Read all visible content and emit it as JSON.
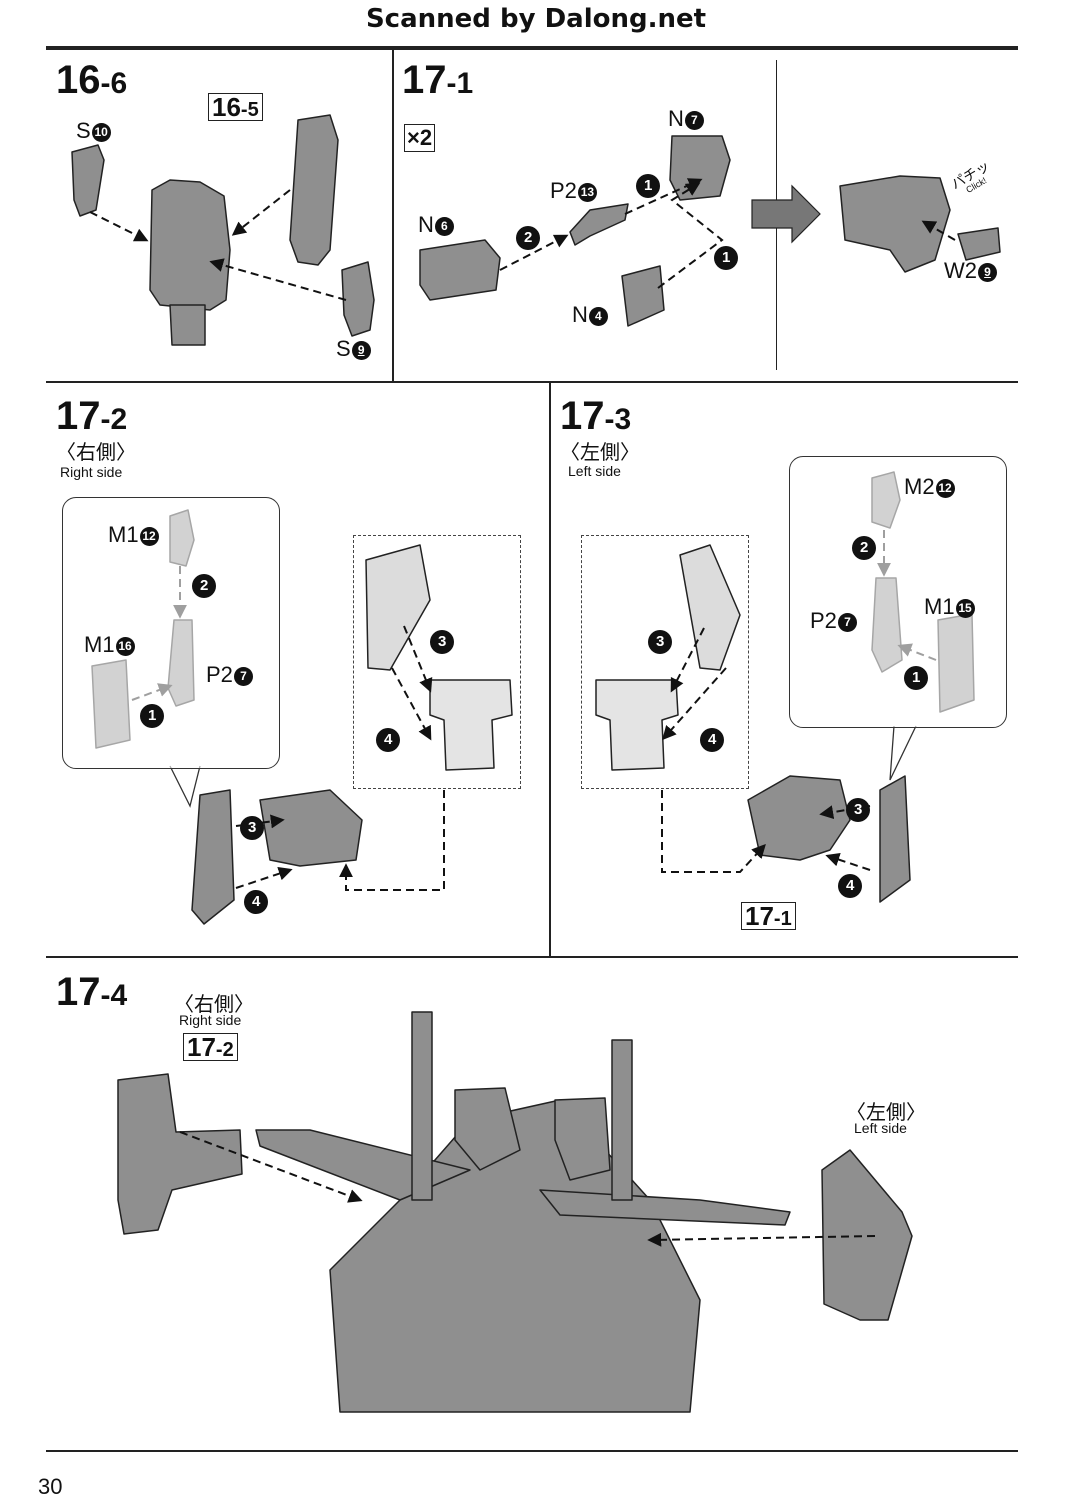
{
  "header": {
    "title": "Scanned by Dalong.net"
  },
  "page_number": "30",
  "steps": {
    "s16_6": {
      "major": "16",
      "minor": "-6",
      "ref_major": "16",
      "ref_minor": "-5",
      "parts": {
        "a": "S",
        "a_n": "10",
        "b": "S",
        "b_n": "9"
      }
    },
    "s17_1": {
      "major": "17",
      "minor": "-1",
      "multiplier": "×2",
      "parts": {
        "n7": "N",
        "n7_n": "7",
        "p2": "P2",
        "p2_n": "13",
        "n6": "N",
        "n6_n": "6",
        "n4": "N",
        "n4_n": "4",
        "w2": "W2",
        "w2_n": "9"
      },
      "sfx_jp": "パチッ",
      "sfx_en": "Click!"
    },
    "s17_2": {
      "major": "17",
      "minor": "-2",
      "side_jp": "〈右側〉",
      "side_en": "Right side",
      "parts": {
        "m1a": "M1",
        "m1a_n": "12",
        "m1b": "M1",
        "m1b_n": "16",
        "p2": "P2",
        "p2_n": "7"
      }
    },
    "s17_3": {
      "major": "17",
      "minor": "-3",
      "side_jp": "〈左側〉",
      "side_en": "Left side",
      "ref_major": "17",
      "ref_minor": "-1",
      "parts": {
        "m2": "M2",
        "m2_n": "12",
        "p2": "P2",
        "p2_n": "7",
        "m1": "M1",
        "m1_n": "15"
      }
    },
    "s17_4": {
      "major": "17",
      "minor": "-4",
      "right_jp": "〈右側〉",
      "right_en": "Right side",
      "left_jp": "〈左側〉",
      "left_en": "Left side",
      "ref_major": "17",
      "ref_minor": "-2"
    }
  },
  "sequence": [
    "1",
    "2",
    "3",
    "4"
  ]
}
